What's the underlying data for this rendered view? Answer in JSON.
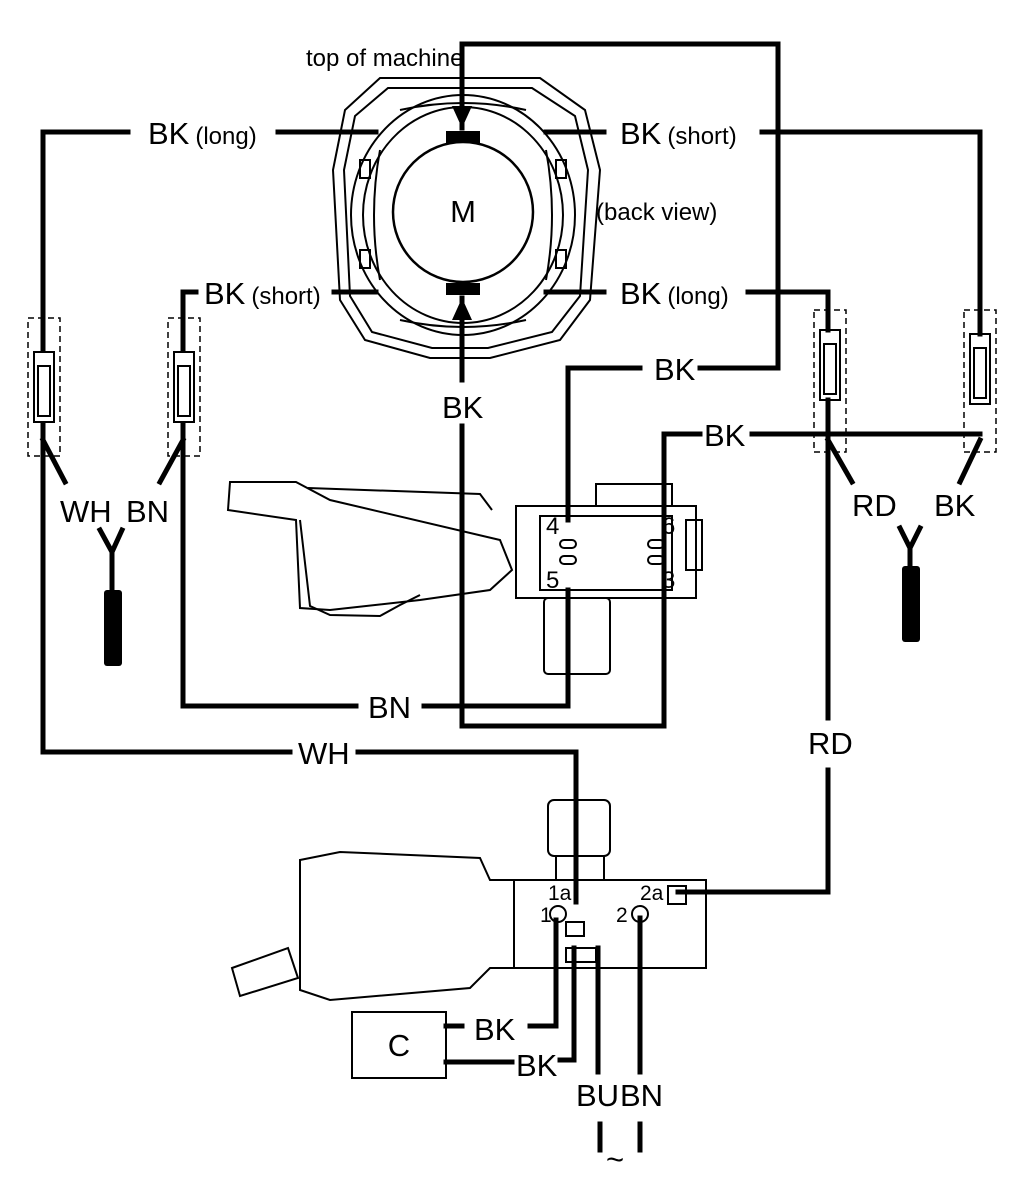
{
  "labels": {
    "top_of_machine": "top of machine",
    "back_view": "(back view)",
    "motor": "M",
    "capacitor": "C",
    "tilde": "~",
    "long": "(long)",
    "short": "(short)"
  },
  "wires": {
    "bk": "BK",
    "bn": "BN",
    "wh": "WH",
    "rd": "RD",
    "bu": "BU"
  },
  "terminals": {
    "t4": "4",
    "t5": "5",
    "t6": "6",
    "t3": "3",
    "t1": "1",
    "t1a": "1a",
    "t2": "2",
    "t2a": "2a"
  }
}
